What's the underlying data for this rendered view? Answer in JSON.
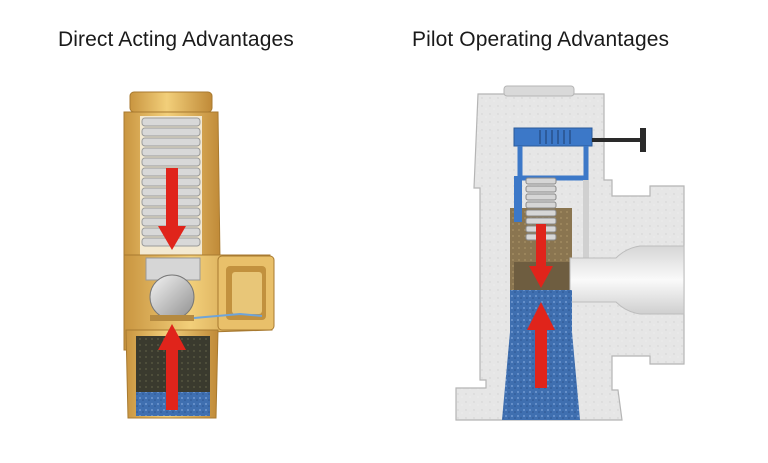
{
  "titles": {
    "left": "Direct Acting Advantages",
    "right": "Pilot Operating Advantages"
  },
  "colors": {
    "brass": "#e6b85a",
    "brass_dark": "#b8863a",
    "spring": "#cfcfcf",
    "fluid_blue": "#3f6fb0",
    "fluid_dark": "#3a3a2e",
    "pilot_body": "#e4e4e4",
    "pilot_edge": "#b5b5b5",
    "arrow_red": "#e0241b",
    "pilot_line_blue": "#3c78c8"
  },
  "illustrations": {
    "left": "direct-acting-valve-cutaway",
    "right": "pilot-operated-valve-cutaway"
  }
}
